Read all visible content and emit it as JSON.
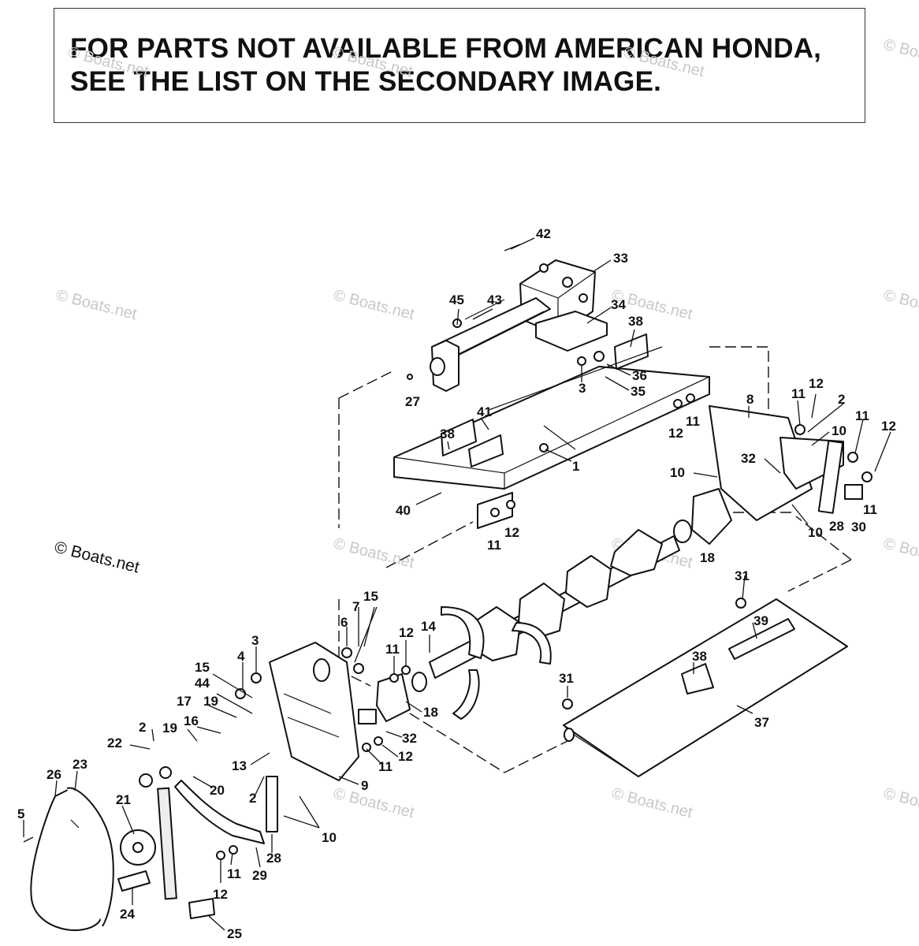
{
  "notice": {
    "line1": "FOR PARTS NOT AVAILABLE FROM AMERICAN HONDA,",
    "line2": "SEE THE LIST ON THE SECONDARY IMAGE."
  },
  "watermark": {
    "text": "© Boats.net"
  },
  "callouts": [
    "42",
    "33",
    "45",
    "43",
    "34",
    "38",
    "36",
    "35",
    "3",
    "27",
    "41",
    "38",
    "1",
    "40",
    "11",
    "12",
    "12",
    "11",
    "8",
    "11",
    "12",
    "2",
    "10",
    "11",
    "12",
    "32",
    "10",
    "10",
    "28",
    "30",
    "11",
    "18",
    "31",
    "39",
    "38",
    "37",
    "31",
    "6",
    "7",
    "15",
    "3",
    "4",
    "15",
    "44",
    "17",
    "19",
    "16",
    "19",
    "2",
    "22",
    "14",
    "12",
    "11",
    "18",
    "32",
    "12",
    "11",
    "13",
    "2",
    "9",
    "10",
    "20",
    "23",
    "26",
    "21",
    "5",
    "28",
    "29",
    "11",
    "12",
    "24",
    "25"
  ]
}
